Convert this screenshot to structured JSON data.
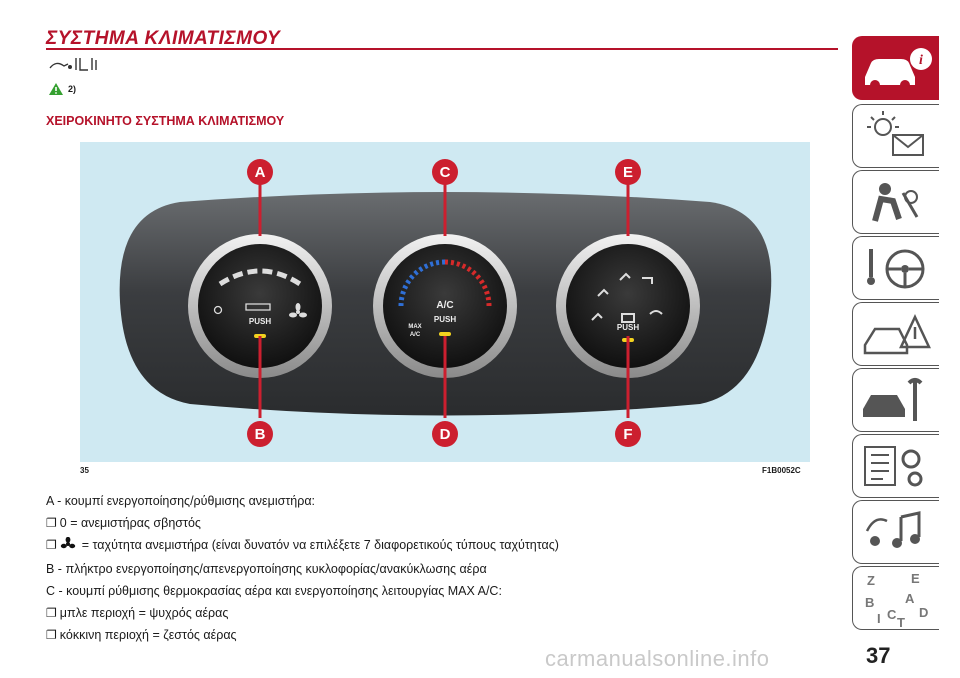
{
  "page": {
    "title": "ΣΥΣΤΗΜΑ ΚΛΙΜΑΤΙΣΜΟΥ",
    "warning_ref": "2)",
    "subtitle": "ΧΕΙΡΟΚΙΝΗΤΟ ΣΥΣΤΗΜΑ ΚΛΙΜΑΤΙΣΜΟΥ",
    "page_number": "37",
    "watermark": "carmanualsonline.info"
  },
  "figure": {
    "number": "35",
    "code": "F1B0052C",
    "callouts": [
      "A",
      "C",
      "E",
      "B",
      "D",
      "F"
    ],
    "knob_labels": {
      "push": "PUSH",
      "ac": "A/C",
      "max_ac_top": "MAX",
      "max_ac_bottom": "A/C"
    },
    "colors": {
      "callout": "#cc1f2f",
      "cold": "#2f6fd6",
      "hot": "#d62a2a",
      "indicator": "#f2d21f"
    }
  },
  "body": {
    "line1": "A - κουμπί ενεργοποίησης/ρύθμισης ανεμιστήρα:",
    "line2": "0 = ανεμιστήρας σβηστός",
    "line3": "= ταχύτητα ανεμιστήρα (είναι δυνατόν να επιλέξετε 7 διαφορετικούς τύπους ταχύτητας)",
    "line4": "B - πλήκτρο ενεργοποίησης/απενεργοποίησης κυκλοφορίας/ανακύκλωσης αέρα",
    "line5": "C - κουμπί ρύθμισης θερμοκρασίας αέρα και ενεργοποίησης λειτουργίας MAX A/C:",
    "line6": "μπλε περιοχή = ψυχρός αέρας",
    "line7": "κόκκινη περιοχή = ζεστός αέρας",
    "bullet": "❐",
    "fan_icon": "fan-icon"
  },
  "sidebar": {
    "tabs": [
      "car-info-icon",
      "warning-lights-icon",
      "safety-icon",
      "steering-wheel-icon",
      "emergency-icon",
      "maintenance-icon",
      "specs-icon",
      "multimedia-icon",
      "index-icon"
    ],
    "active_color": "#b5122a",
    "index_letters": [
      "Z",
      "E",
      "B",
      "A",
      "C",
      "D",
      "I",
      "T"
    ]
  }
}
